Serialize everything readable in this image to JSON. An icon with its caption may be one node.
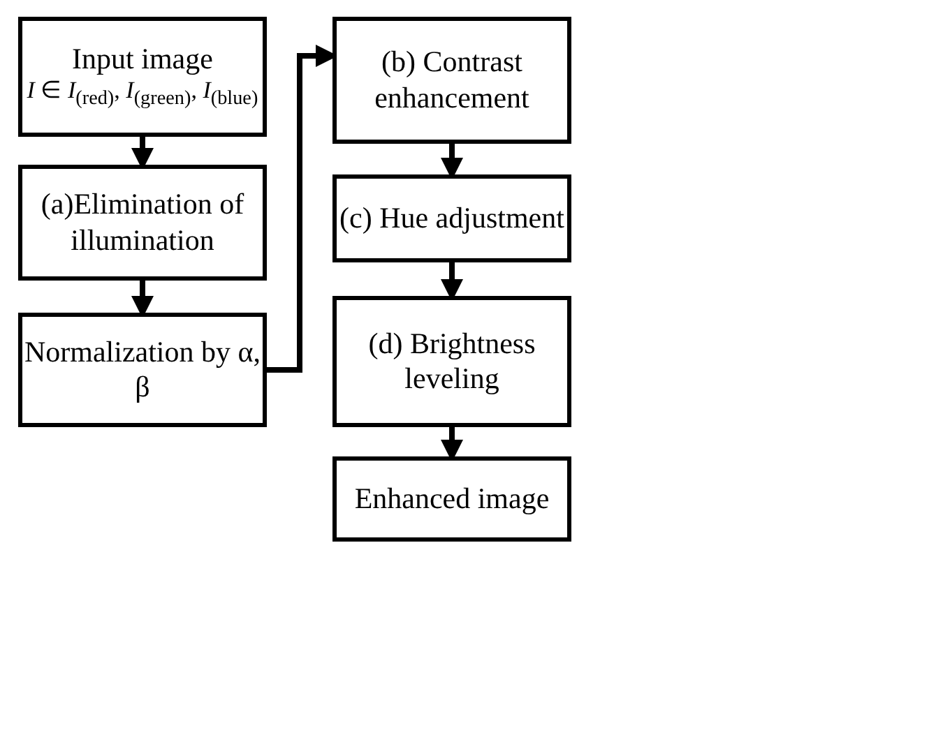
{
  "diagram": {
    "nodes": [
      {
        "text": [
          "Input image",
          "*I* ∈ *I*$_{(red)}$, *I*$_{(green)}$, *I*$_{(blue)}$"
        ]
      },
      {
        "text": [
          "(a)Elimination of illumination"
        ]
      },
      {
        "text": [
          "Normalization by α, β"
        ]
      },
      {
        "text": [
          "(b) Contrast enhancement"
        ]
      },
      {
        "text": [
          "(c) Hue adjustment"
        ]
      },
      {
        "text": [
          "(d) Brightness leveling"
        ]
      },
      {
        "text": [
          "Enhanced image"
        ]
      }
    ],
    "edges": [
      {
        "from": 0,
        "to": 1,
        "arrow": "to"
      },
      {
        "from": 1,
        "to": 2,
        "arrow": "to"
      },
      {
        "from": 2,
        "to": 3,
        "arrow": "to"
      },
      {
        "from": 3,
        "to": 4,
        "arrow": "to"
      },
      {
        "from": 4,
        "to": 5,
        "arrow": "to"
      },
      {
        "from": 5,
        "to": 6,
        "arrow": "to"
      }
    ]
  }
}
